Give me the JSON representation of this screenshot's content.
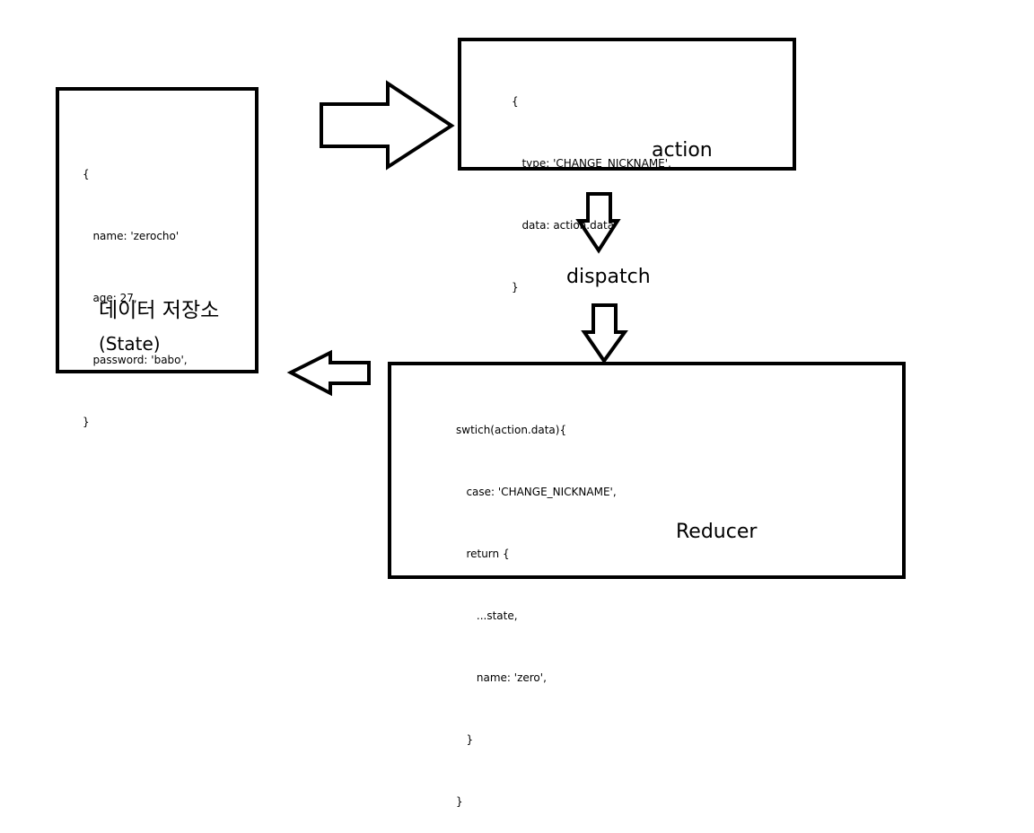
{
  "state_box": {
    "code_lines": [
      "{",
      "   name: 'zerocho'",
      "   age: 27,",
      "   password: 'babo',",
      "}"
    ],
    "title": "데이터 저장소",
    "subtitle": "(State)"
  },
  "action_box": {
    "code_lines": [
      "{",
      "   type: 'CHANGE_NICKNAME',",
      "   data: action.data",
      "}"
    ],
    "title": "action"
  },
  "dispatch_label": "dispatch",
  "reducer_box": {
    "code_lines": [
      "swtich(action.data){",
      "   case: 'CHANGE_NICKNAME',",
      "   return {",
      "      ...state,",
      "      name: 'zero',",
      "   }",
      "}"
    ],
    "title": "Reducer"
  }
}
